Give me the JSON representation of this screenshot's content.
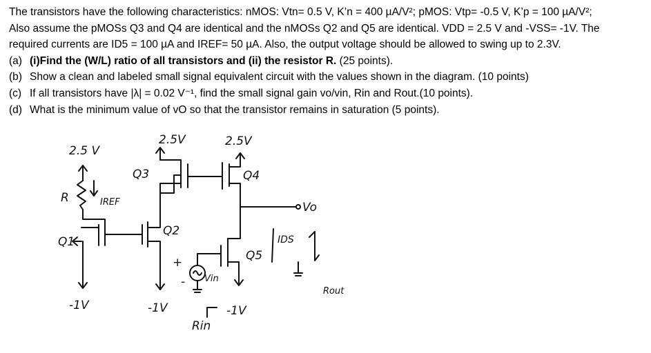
{
  "problem": {
    "line1": "The transistors have the following characteristics: nMOS: Vtn= 0.5 V, K’n = 400 µA/V²; pMOS: Vtp= -0.5 V, K’p = 100 µA/V²;",
    "line2": "Also assume the pMOSs Q3 and Q4 are identical and the nMOSs Q2 and Q5 are identical. VDD = 2.5 V and -VSS= -1V. The",
    "line3": "required currents are ID5 = 100 µA and IREF= 50 µA. Also, the output voltage should be allowed to swing up to 2.3V.",
    "a_label": "(a)",
    "a_text": "(i)Find the (W/L) ratio of all transistors and (ii) the resistor R.",
    "a_points": " (25 points).",
    "b_label": "(b)",
    "b_text": "Show a clean and labeled small signal equivalent circuit with the values shown in the diagram. (10 points)",
    "c_label": "(c)",
    "c_text": "If all transistors have |λ| = 0.02 V⁻¹, find the small signal gain vo/vin, Rin and Rout.(10 points).",
    "d_label": "(d)",
    "d_text": "What is the minimum value of vO so that the transistor remains in saturation (5 points)."
  },
  "circuit": {
    "supply_left": "2.5 V",
    "supply_mid": "2.5V",
    "supply_right": "2.5V",
    "label_r": "R",
    "label_iref": "IREF",
    "label_q1": "Q1",
    "label_q2": "Q2",
    "label_q3": "Q3",
    "label_q4": "Q4",
    "label_q5": "Q5",
    "label_vo": "Vo",
    "label_ids": "IDS",
    "label_plus": "+",
    "label_minus": "-",
    "label_vin": "Vin",
    "label_rin": "Rin",
    "label_rout": "Rout",
    "vss_left": "-1V",
    "vss_mid": "-1V",
    "vss_right": "-1V"
  }
}
